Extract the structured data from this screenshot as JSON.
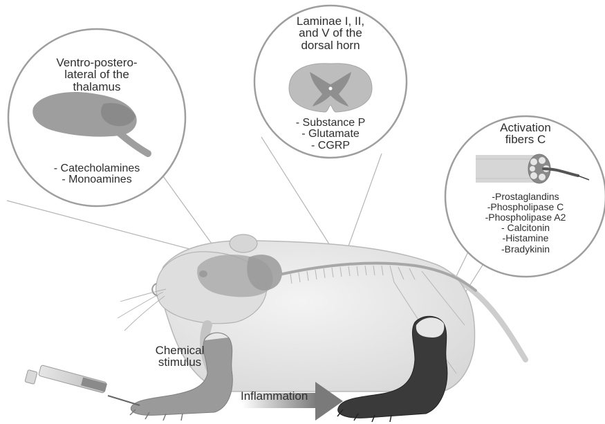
{
  "thalamus": {
    "title": [
      "Ventro-postero-",
      "lateral of the",
      "thalamus"
    ],
    "items": [
      "- Catecholamines",
      "- Monoamines"
    ]
  },
  "dorsal_horn": {
    "title": [
      "Laminae I, II,",
      "and V of the",
      "dorsal horn"
    ],
    "items": [
      "- Substance P",
      "- Glutamate",
      "- CGRP"
    ]
  },
  "fibers": {
    "title": [
      "Activation",
      "fibers C"
    ],
    "items": [
      "-Prostaglandins",
      "-Phospholipase C",
      "-Phospholipase A2",
      "- Calcitonin",
      "-Histamine",
      "-Bradykinin"
    ]
  },
  "stimulus": {
    "label": [
      "Chemical",
      "stimulus"
    ]
  },
  "process": {
    "label": "Inflammation"
  }
}
